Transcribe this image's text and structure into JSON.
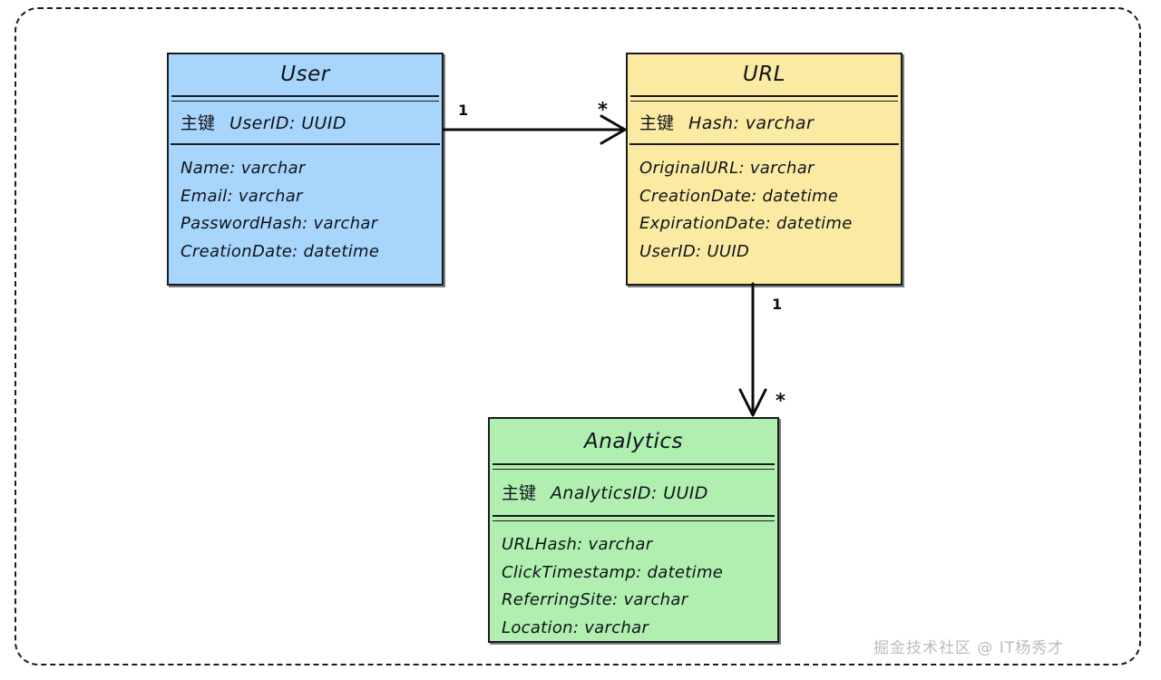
{
  "diagram": {
    "type": "entity-relationship",
    "background": "#ffffff",
    "frame_style": "dashed-rounded",
    "entities": [
      {
        "id": "user",
        "title": "User",
        "fill": "#a8d5fb",
        "primary_key": {
          "label": "主键",
          "field": "UserID: UUID"
        },
        "attributes": [
          "Name: varchar",
          "Email: varchar",
          "PasswordHash: varchar",
          "CreationDate: datetime"
        ]
      },
      {
        "id": "url",
        "title": "URL",
        "fill": "#fbeaa2",
        "primary_key": {
          "label": "主键",
          "field": "Hash: varchar"
        },
        "attributes": [
          "OriginalURL: varchar",
          "CreationDate: datetime",
          "ExpirationDate: datetime",
          "UserID: UUID"
        ]
      },
      {
        "id": "analytics",
        "title": "Analytics",
        "fill": "#b0efb0",
        "primary_key": {
          "label": "主键",
          "field": "AnalyticsID: UUID"
        },
        "attributes": [
          "URLHash: varchar",
          "ClickTimestamp: datetime",
          "ReferringSite: varchar",
          "Location: varchar"
        ]
      }
    ],
    "relationships": [
      {
        "id": "user-to-url",
        "from": "user",
        "to": "url",
        "from_cardinality": "1",
        "to_cardinality": "*",
        "direction": "horizontal"
      },
      {
        "id": "url-to-analytics",
        "from": "url",
        "to": "analytics",
        "from_cardinality": "1",
        "to_cardinality": "*",
        "direction": "vertical"
      }
    ]
  },
  "watermark": {
    "text": "掘金技术社区 @ IT杨秀才",
    "color": "#b9bcc2"
  }
}
